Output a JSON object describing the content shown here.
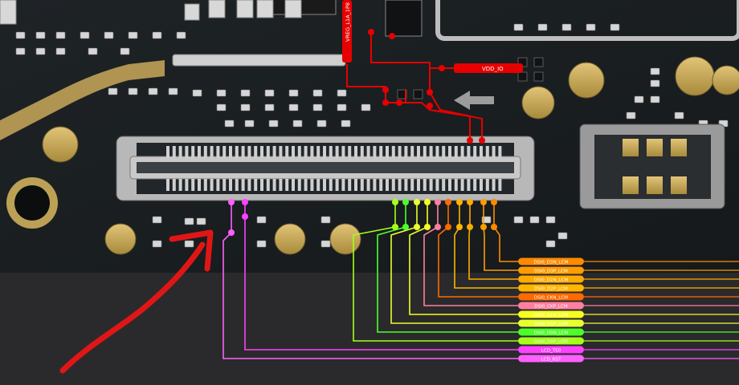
{
  "board": {
    "signals": {
      "power": [
        {
          "id": "vreg",
          "label": "VREG_L1A_1P8",
          "color": "#e60000"
        },
        {
          "id": "vdd",
          "label": "VDD_IO",
          "color": "#e60000"
        }
      ],
      "mipi": [
        {
          "label": "DSI0_D3N_LCM",
          "color": "#ff8a00"
        },
        {
          "label": "DSI0_D3P_LCM",
          "color": "#ff9c00"
        },
        {
          "label": "DSI0_D2N_LCM",
          "color": "#ffaa00"
        },
        {
          "label": "DSI0_D2P_LCM",
          "color": "#ffb400"
        },
        {
          "label": "DSI0_CKN_LCM",
          "color": "#ff6a00"
        },
        {
          "label": "DSI0_CKP_LCM",
          "color": "#ff7fa0"
        },
        {
          "label": "DSI0_D1N_LCM",
          "color": "#f5ff20"
        },
        {
          "label": "DSI0_D1P_LCM",
          "color": "#e8ff30"
        },
        {
          "label": "DSI0_D0N_LCM",
          "color": "#4dff2a"
        },
        {
          "label": "DSI0_D0P_LCM",
          "color": "#a6ff1a"
        },
        {
          "label": "LCD_TE0",
          "color": "#ff40ff"
        },
        {
          "label": "LCD_RST",
          "color": "#ff60ff"
        }
      ]
    }
  }
}
